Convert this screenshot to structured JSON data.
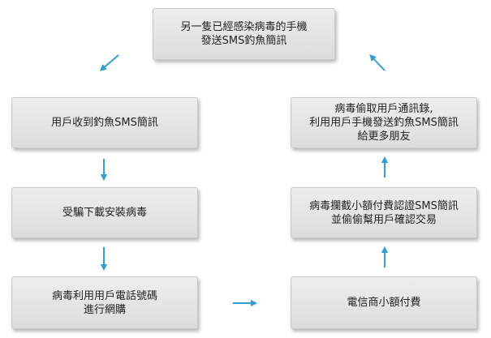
{
  "accent_color": "#2e9fd8",
  "nodes": {
    "top": {
      "line1": "另一隻已經感染病毒的手機",
      "line2": "發送SMS釣魚簡訊"
    },
    "left1": {
      "line1": "用戶收到釣魚SMS簡訊"
    },
    "left2": {
      "line1": "受騙下載安裝病毒"
    },
    "left3": {
      "line1": "病毒利用用戶電話號碼",
      "line2": "進行網購"
    },
    "right3": {
      "line1": "電信商小額付費"
    },
    "right2": {
      "line1": "病毒攔截小額付費認證SMS簡訊",
      "line2": "並偷偷幫用戶確認交易"
    },
    "right1": {
      "line1": "病毒偷取用戶通訊錄,",
      "line2": "利用用戶手機發送釣魚SMS簡訊",
      "line3": "給更多朋友"
    }
  }
}
